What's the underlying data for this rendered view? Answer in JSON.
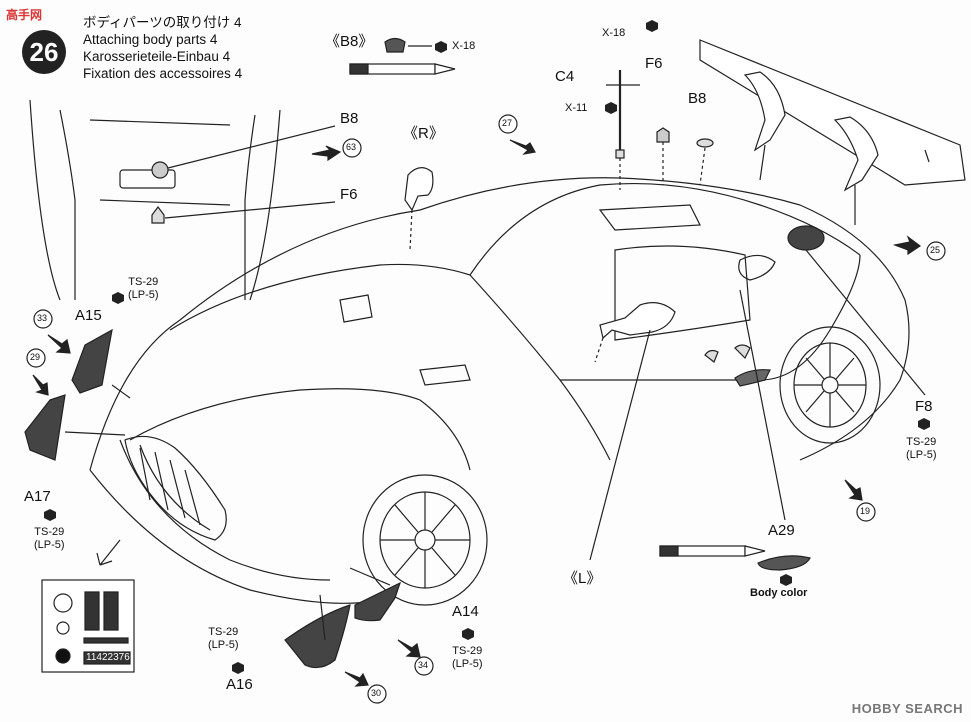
{
  "header": {
    "step_number": "26",
    "title_jp": "ボディパーツの取り付け 4",
    "title_en": "Attaching body parts 4",
    "title_de": "Karosserieteile-Einbau 4",
    "title_fr": "Fixation des accessoires 4"
  },
  "labels": {
    "b8_bracket": "《B8》",
    "x18_top": "X-18",
    "x18_right": "X-18",
    "c4": "C4",
    "f6_top": "F6",
    "b8_top": "B8",
    "x11": "X-11",
    "b8_inset": "B8",
    "f6_inset": "F6",
    "r_mirror": "《R》",
    "a15": "A15",
    "a17": "A17",
    "a14": "A14",
    "a16": "A16",
    "a29": "A29",
    "f8": "F8",
    "l_mirror": "《L》",
    "body_color": "Body color",
    "decal_number": "11422376"
  },
  "paints": {
    "a15": [
      "TS-29",
      "(LP-5)"
    ],
    "a17": [
      "TS-29",
      "(LP-5)"
    ],
    "a14": [
      "TS-29",
      "(LP-5)"
    ],
    "a16": [
      "TS-29",
      "(LP-5)"
    ],
    "f8": [
      "TS-29",
      "(LP-5)"
    ]
  },
  "callouts": [
    "27",
    "63",
    "33",
    "29",
    "25",
    "19",
    "34",
    "30"
  ],
  "watermark": {
    "text": "HOBBY SEARCH",
    "corner": "高手网"
  }
}
